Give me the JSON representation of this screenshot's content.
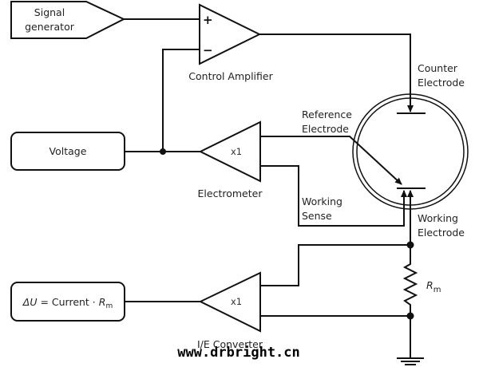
{
  "diagram": {
    "title": "Potentiostat circuit with I/E converter",
    "blocks": {
      "signal_generator": {
        "line1": "Signal",
        "line2": "generator"
      },
      "voltage": {
        "label": "Voltage"
      },
      "formula": {
        "delta_u": "ΔU",
        "equals_current": " = Current · ",
        "r": "R",
        "sub": "m"
      }
    },
    "amplifiers": {
      "control": {
        "label": "Control Amplifier",
        "plus": "+",
        "minus": "−"
      },
      "electrometer": {
        "label": "Electrometer",
        "gain": "x1"
      },
      "ie_converter": {
        "label": "I/E Converter",
        "gain": "x1"
      }
    },
    "electrodes": {
      "counter": {
        "line1": "Counter",
        "line2": "Electrode"
      },
      "reference": {
        "line1": "Reference",
        "line2": "Electrode"
      },
      "working_sense": {
        "line1": "Working",
        "line2": "Sense"
      },
      "working": {
        "line1": "Working",
        "line2": "Electrode"
      }
    },
    "resistor": {
      "r": "R",
      "sub": "m"
    },
    "watermark": "www.drbright.cn"
  }
}
